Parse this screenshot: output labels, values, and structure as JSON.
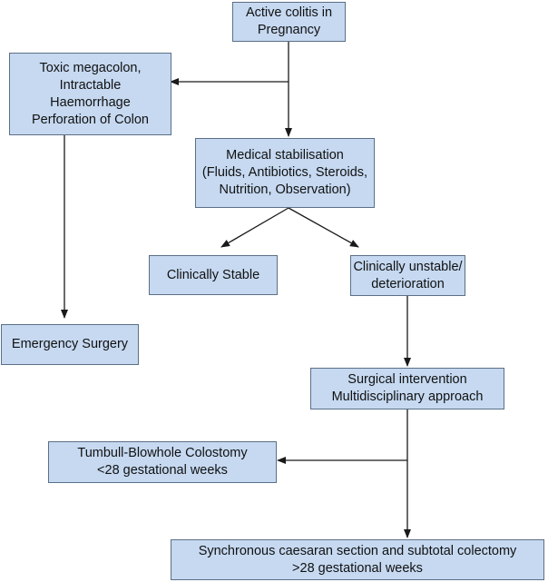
{
  "nodes": {
    "active_colitis": [
      "Active colitis in",
      "Pregnancy"
    ],
    "toxic": [
      "Toxic megacolon,",
      "Intractable",
      "Haemorrhage",
      "Perforation of Colon"
    ],
    "medical_stabilisation": [
      "Medical stabilisation",
      "(Fluids, Antibiotics, Steroids,",
      "Nutrition, Observation)"
    ],
    "clinically_stable": [
      "Clinically Stable"
    ],
    "clinically_unstable": [
      "Clinically unstable/",
      "deterioration"
    ],
    "emergency_surgery": [
      "Emergency Surgery"
    ],
    "surgical_intervention": [
      "Surgical intervention",
      "Multidisciplinary approach"
    ],
    "turnbull": [
      "Tumbull-Blowhole Colostomy",
      "<28 gestational weeks"
    ],
    "synchronous": [
      "Synchronous caesaran section and subtotal colectomy",
      ">28 gestational weeks"
    ]
  },
  "colors": {
    "box_fill": "#c6d9f1",
    "box_border": "#5b6f86",
    "arrow": "#1a1a1a"
  }
}
